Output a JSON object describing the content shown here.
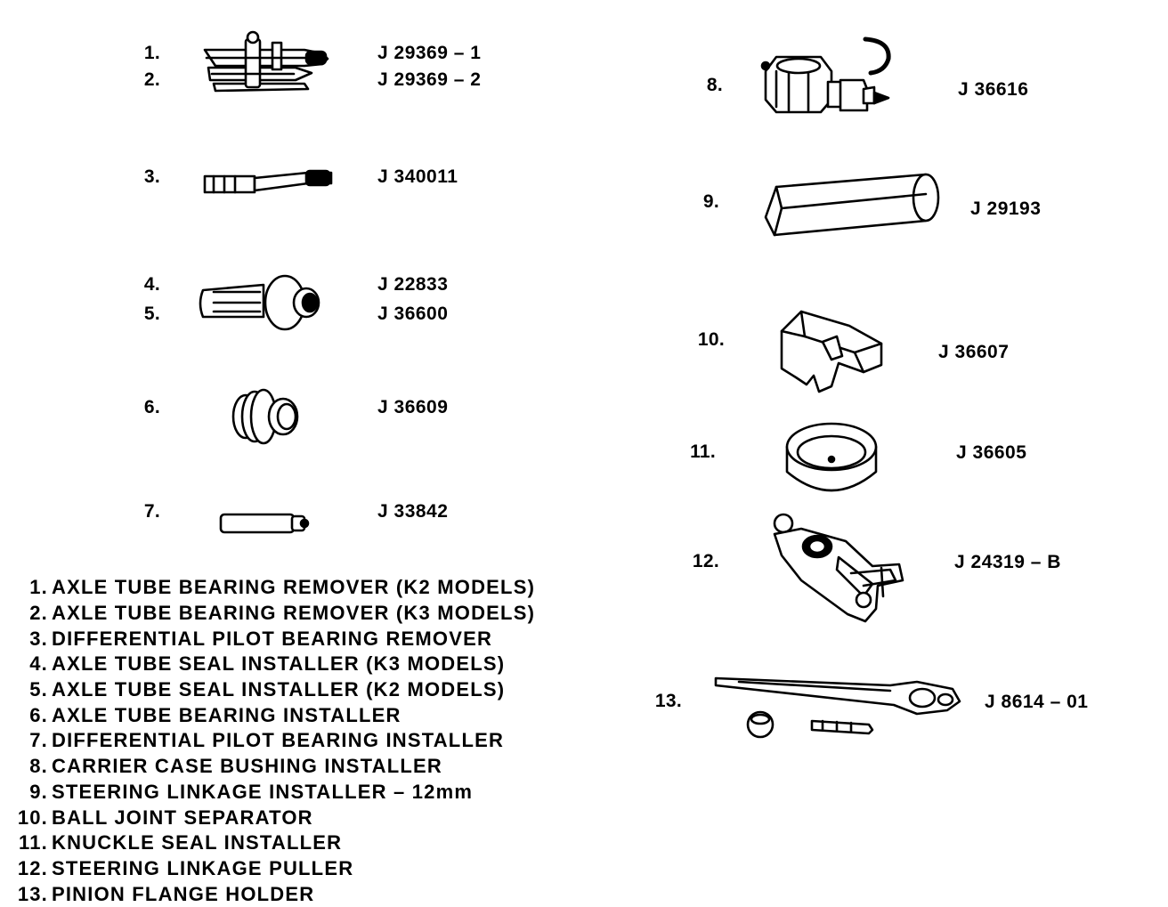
{
  "tools": [
    {
      "num": "1.",
      "part": "J 29369 – 1",
      "icon": "axle-bearing-remover-icon"
    },
    {
      "num": "2.",
      "part": "J 29369 – 2",
      "icon": "axle-bearing-remover-icon"
    },
    {
      "num": "3.",
      "part": "J 340011",
      "icon": "pilot-bearing-remover-icon"
    },
    {
      "num": "4.",
      "part": "J 22833",
      "icon": "seal-installer-icon"
    },
    {
      "num": "5.",
      "part": "J 36600",
      "icon": "seal-installer-icon"
    },
    {
      "num": "6.",
      "part": "J 36609",
      "icon": "bearing-installer-icon"
    },
    {
      "num": "7.",
      "part": "J 33842",
      "icon": "pilot-bearing-installer-icon"
    },
    {
      "num": "8.",
      "part": "J 36616",
      "icon": "bushing-installer-icon"
    },
    {
      "num": "9.",
      "part": "J 29193",
      "icon": "steering-linkage-installer-icon"
    },
    {
      "num": "10.",
      "part": "J 36607",
      "icon": "ball-joint-separator-icon"
    },
    {
      "num": "11.",
      "part": "J 36605",
      "icon": "knuckle-seal-installer-icon"
    },
    {
      "num": "12.",
      "part": "J 24319 – B",
      "icon": "linkage-puller-icon"
    },
    {
      "num": "13.",
      "part": "J 8614 – 01",
      "icon": "flange-holder-icon"
    }
  ],
  "legend": [
    {
      "num": "1.",
      "text": "AXLE TUBE BEARING REMOVER (K2 MODELS)"
    },
    {
      "num": "2.",
      "text": "AXLE TUBE BEARING REMOVER (K3 MODELS)"
    },
    {
      "num": "3.",
      "text": "DIFFERENTIAL PILOT BEARING REMOVER"
    },
    {
      "num": "4.",
      "text": "AXLE TUBE SEAL INSTALLER (K3 MODELS)"
    },
    {
      "num": "5.",
      "text": "AXLE TUBE SEAL INSTALLER (K2 MODELS)"
    },
    {
      "num": "6.",
      "text": "AXLE TUBE BEARING INSTALLER"
    },
    {
      "num": "7.",
      "text": "DIFFERENTIAL PILOT BEARING INSTALLER"
    },
    {
      "num": "8.",
      "text": "CARRIER CASE BUSHING INSTALLER"
    },
    {
      "num": "9.",
      "text": "STEERING LINKAGE INSTALLER – 12mm"
    },
    {
      "num": "10.",
      "text": "BALL JOINT SEPARATOR"
    },
    {
      "num": "11.",
      "text": "KNUCKLE SEAL INSTALLER"
    },
    {
      "num": "12.",
      "text": "STEERING LINKAGE PULLER"
    },
    {
      "num": "13.",
      "text": "PINION FLANGE HOLDER"
    }
  ]
}
